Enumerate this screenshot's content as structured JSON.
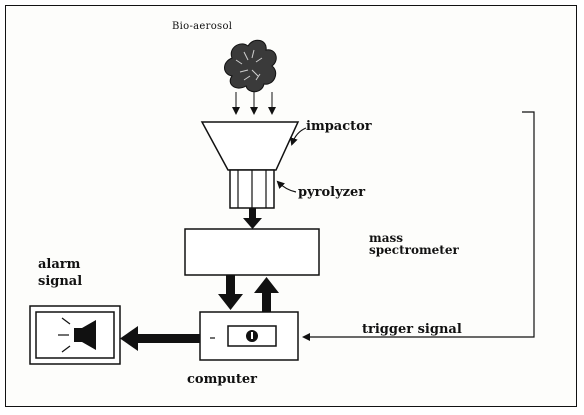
{
  "labels": {
    "bioaerosol": "Bio-aerosol",
    "impactor": "impactor",
    "pyrolyzer": "pyrolyzer",
    "mass": "mass",
    "spectrometer": "spectrometer",
    "alarm_line1": "alarm",
    "alarm_line2": "signal",
    "trigger": "trigger signal",
    "computer": "computer"
  },
  "colors": {
    "line": "#111111",
    "box_fill": "#ffffff",
    "background": "#fdfdfb"
  },
  "icons": {
    "cloud": "particle-cloud-icon",
    "speaker": "speaker-icon",
    "display": "display-icon"
  }
}
